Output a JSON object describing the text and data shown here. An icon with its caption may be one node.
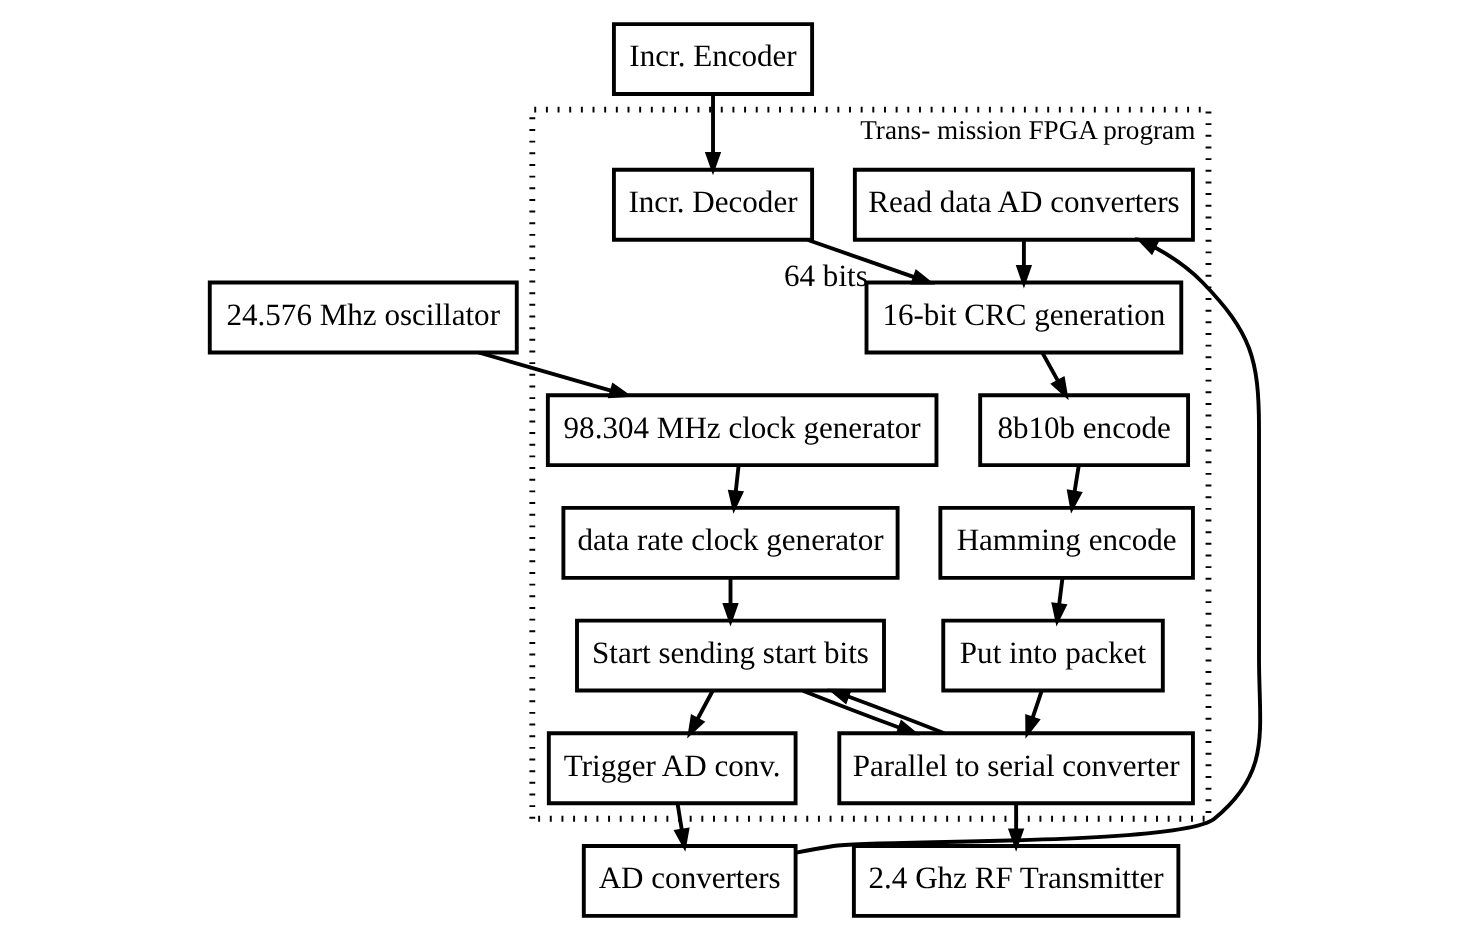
{
  "diagram": {
    "nodes": [
      {
        "text": [
          "24.576 Mhz oscillator"
        ]
      },
      {
        "text": [
          "AD converters"
        ]
      },
      {
        "text": [
          "Incr. Encoder"
        ]
      },
      {
        "text": [
          "Trans- mission FPGA program"
        ]
      },
      {
        "text": [
          "98.304 MHz clock generator"
        ],
        "in": 3
      },
      {
        "text": [
          "Trigger AD conv."
        ],
        "in": 3
      },
      {
        "text": [
          "Incr. Decoder"
        ],
        "in": 3
      },
      {
        "text": [
          "data rate clock generator"
        ],
        "in": 3
      },
      {
        "text": [
          "Read data AD converters"
        ],
        "in": 3
      },
      {
        "text": [
          "Start sending start bits"
        ],
        "in": 3
      },
      {
        "text": [
          "16-bit CRC generation"
        ],
        "in": 3
      },
      {
        "text": [
          "Put into packet"
        ],
        "in": 3
      },
      {
        "text": [
          "8b10b encode"
        ],
        "in": 3
      },
      {
        "text": [
          "Parallel to serial converter"
        ],
        "in": 3
      },
      {
        "text": [
          "Hamming encode"
        ],
        "in": 3
      },
      {
        "text": [
          "2.4 Ghz RF Transmitter"
        ]
      }
    ],
    "edges": [
      {
        "from": 0,
        "to": 4,
        "arrow": "to"
      },
      {
        "from": 4,
        "to": 7,
        "arrow": "to"
      },
      {
        "from": 7,
        "to": 9,
        "arrow": "to"
      },
      {
        "from": 9,
        "to": 5,
        "arrow": "to"
      },
      {
        "from": 5,
        "to": 1,
        "arrow": "to"
      },
      {
        "from": 1,
        "to": 8,
        "arrow": "to"
      },
      {
        "from": 2,
        "to": 6,
        "arrow": "to"
      },
      {
        "from": 6,
        "to": 10,
        "arrow": "to",
        "label": "64 bits"
      },
      {
        "from": 8,
        "to": 10,
        "arrow": "to"
      },
      {
        "from": 10,
        "to": 12,
        "arrow": "to"
      },
      {
        "from": 12,
        "to": 14,
        "arrow": "to"
      },
      {
        "from": 14,
        "to": 11,
        "arrow": "to"
      },
      {
        "from": 9,
        "to": 13,
        "arrow": "to"
      },
      {
        "from": 11,
        "to": 13,
        "arrow": "to"
      },
      {
        "from": 13,
        "to": 9,
        "arrow": "to"
      },
      {
        "from": 13,
        "to": 15,
        "arrow": "to"
      }
    ]
  }
}
